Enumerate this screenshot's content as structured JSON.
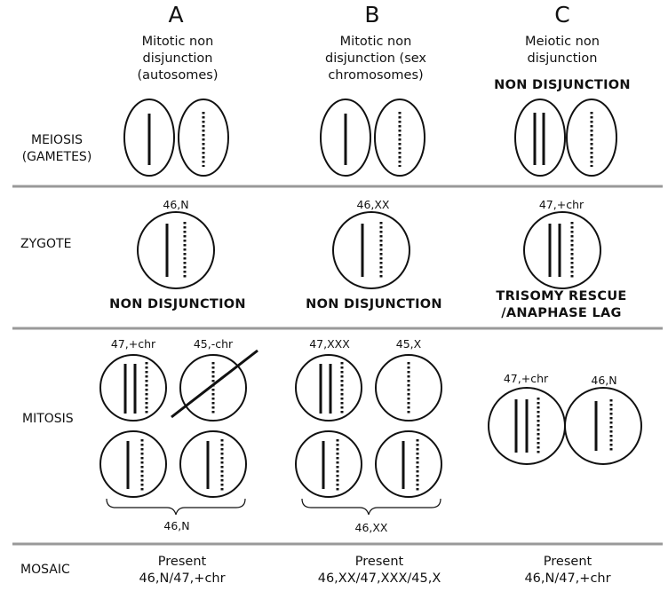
{
  "columns": [
    {
      "letter": "A",
      "header": [
        "Mitotic non",
        "disjunction",
        "(autosomes)"
      ]
    },
    {
      "letter": "B",
      "header": [
        "Mitotic non",
        "disjunction (sex",
        "chromosomes)"
      ]
    },
    {
      "letter": "C",
      "header": [
        "Meiotic non",
        "disjunction"
      ]
    }
  ],
  "c_meiosis_bold": "NON DISJUNCTION",
  "rows": {
    "meiosis": [
      "MEIOSIS",
      "(GAMETES)"
    ],
    "zygote": "ZYGOTE",
    "mitosis": "MITOSIS",
    "mosaic": "MOSAIC"
  },
  "zygote": {
    "a_karyotype": "46,N",
    "b_karyotype": "46,XX",
    "c_karyotype": "47,+chr",
    "a_event": "NON DISJUNCTION",
    "b_event": "NON DISJUNCTION",
    "c_event": [
      "TRISOMY RESCUE",
      "/ANAPHASE LAG"
    ]
  },
  "mitosis": {
    "a_top_left": "47,+chr",
    "a_top_right": "45,-chr",
    "a_brace": "46,N",
    "b_top_left": "47,XXX",
    "b_top_right": "45,X",
    "b_brace": "46,XX",
    "c_left": "47,+chr",
    "c_right": "46,N"
  },
  "mosaic": {
    "a": [
      "Present",
      "46,N/47,+chr"
    ],
    "b": [
      "Present",
      "46,XX/47,XXX/45,X"
    ],
    "c": [
      "Present",
      "46,N/47,+chr"
    ]
  },
  "colors": {
    "ink": "#111111",
    "divider": "#999999"
  }
}
